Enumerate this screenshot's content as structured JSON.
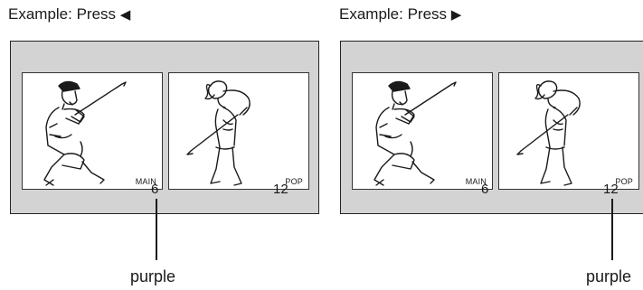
{
  "examples": [
    {
      "heading": "Example: Press",
      "arrow_symbol": "◀",
      "main_label": "MAIN",
      "pop_label": "POP",
      "main_channel": "6",
      "pop_channel": "12",
      "caption": "purple",
      "highlighted_pane": "main"
    },
    {
      "heading": "Example: Press",
      "arrow_symbol": "▶",
      "main_label": "MAIN",
      "pop_label": "POP",
      "main_channel": "6",
      "pop_channel": "12",
      "caption": "purple",
      "highlighted_pane": "pop"
    }
  ],
  "colors": {
    "screen_background": "#d3d3d3",
    "pane_background": "#ffffff",
    "line": "#1a1a1a"
  }
}
